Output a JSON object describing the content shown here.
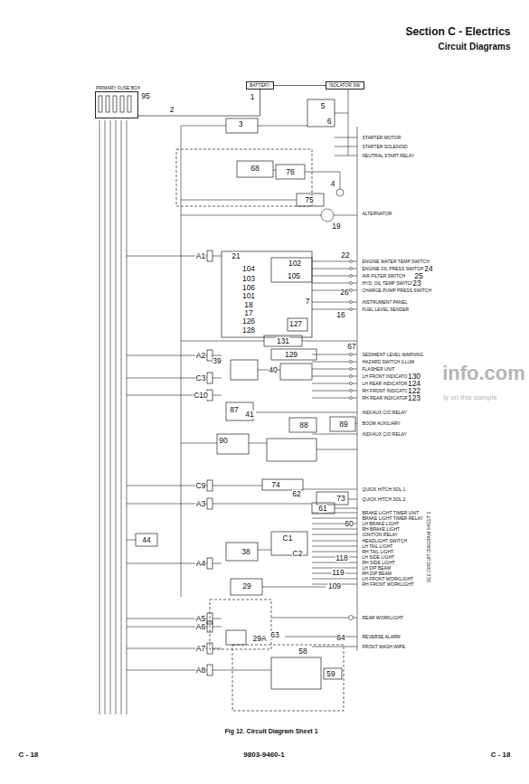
{
  "diagram": {
    "title": "Section C - Electrics",
    "caption": "Fig 12. Circuit Diagram Sheet 1",
    "nodes": [
      {
        "text": [
          "PRIMARY FUSE BOX"
        ]
      },
      {
        "text": [
          "BATTERY"
        ]
      },
      {
        "text": [
          "ISOLATOR SW"
        ]
      }
    ],
    "edges": [
      {
        "from": 0,
        "to": 1,
        "arrow": "none"
      },
      {
        "from": 1,
        "to": 2,
        "arrow": "none"
      }
    ],
    "labels": [
      "Circuit Diagrams",
      "95",
      "2",
      "1",
      "3",
      "5",
      "STARTER MOTOR",
      "6",
      "STARTER SOLENOID",
      "NEUTRAL START RELAY",
      "68",
      "76",
      "4",
      "75",
      "ALTERNATOR",
      "19",
      "A1",
      "21",
      "22",
      "ENGINE WATER TEMP SWITCH",
      "102",
      "ENGINE OIL PRESS SWITCH",
      "24",
      "104",
      "AIR FILTER SWITCH",
      "25",
      "105",
      "103",
      "HYD. OIL TEMP SWITCH",
      "23",
      "106",
      "CHARGE PUMP PRESS SWITCH",
      "26",
      "101",
      "7",
      "INSTRUMENT PANEL",
      "18",
      "FUEL LEVEL SENDER",
      "16",
      "17",
      "126",
      "127",
      "128",
      "131",
      "67",
      "SEDIMENT LEVEL WARNING",
      "A2",
      "129",
      "39",
      "HAZARD SWITCH ILLUM",
      "FLASHER UNIT",
      "40",
      "LH FRONT INDICATOR",
      "130",
      "C3",
      "LH REAR INDICATOR",
      "124",
      "RH FRONT INDICATOR",
      "122",
      "C10",
      "RH REAR INDICATOR",
      "123",
      "INDI/AUX C/O RELAY",
      "87",
      "41",
      "BOOM AUXILIARY",
      "88",
      "89",
      "INDI/AUX C/O RELAY",
      "90",
      "C9",
      "74",
      "QUICK HITCH SOL 1",
      "62",
      "73",
      "QUICK HITCH SOL 2",
      "A3",
      "61",
      "BRAKE LIGHT TIMER UNIT",
      "BRAKE LIGHT TIMER RELAY",
      "LH BRAKE LIGHT",
      "60",
      "RH BRAKE LIGHT",
      "IGNITION RELAY",
      "C1",
      "44",
      "HEADLIGHT SWITCH",
      "LH TAIL LIGHT",
      "38",
      "RH TAIL LIGHT",
      "C2",
      "LH SIDE LIGHT",
      "118",
      "A4",
      "RH SIDE LIGHT",
      "LH DIP BEAM",
      "119",
      "RH DIP BEAM",
      "LH FRONT WORKLIGHT",
      "RH FRONT WORKLIGHT",
      "29",
      "109",
      "REAR WORKLIGHT",
      "A5",
      "A6",
      "29A",
      "63",
      "REVERSE ALARM",
      "64",
      "A7",
      "FRONT WASH WIPE",
      "58",
      "A8",
      "59",
      "SEE CIRCUIT DIAGRAM SHEET 2",
      "info.com",
      "ly on this sample",
      "C - 18",
      "9803-9460-1",
      "C - 18"
    ]
  }
}
